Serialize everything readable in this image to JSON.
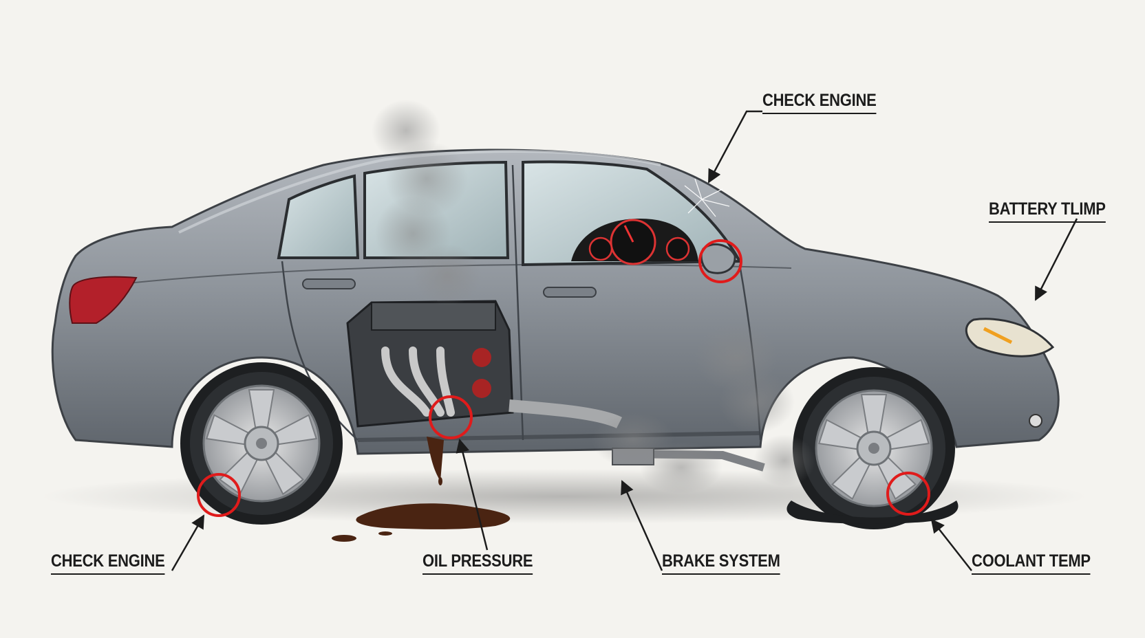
{
  "callouts": {
    "check_engine_top": "CHECK ENGINE",
    "battery_temp": "BATTERY TLIMP",
    "check_engine_bottom": "CHECK ENGINE",
    "oil_pressure": "OIL PRESSURE",
    "brake_system": "BRAKE SYSTEM",
    "coolant_temp": "COOLANT TEMP"
  },
  "colors": {
    "background": "#f4f3ef",
    "car_body": "#8e949b",
    "highlight_ring": "#e01b1b",
    "oil": "#4a2412",
    "smoke": "#9a9a9a"
  },
  "icons": {
    "engine": "engine-icon",
    "dashboard": "dashboard-gauges-icon",
    "tire": "flat-tire-icon"
  }
}
